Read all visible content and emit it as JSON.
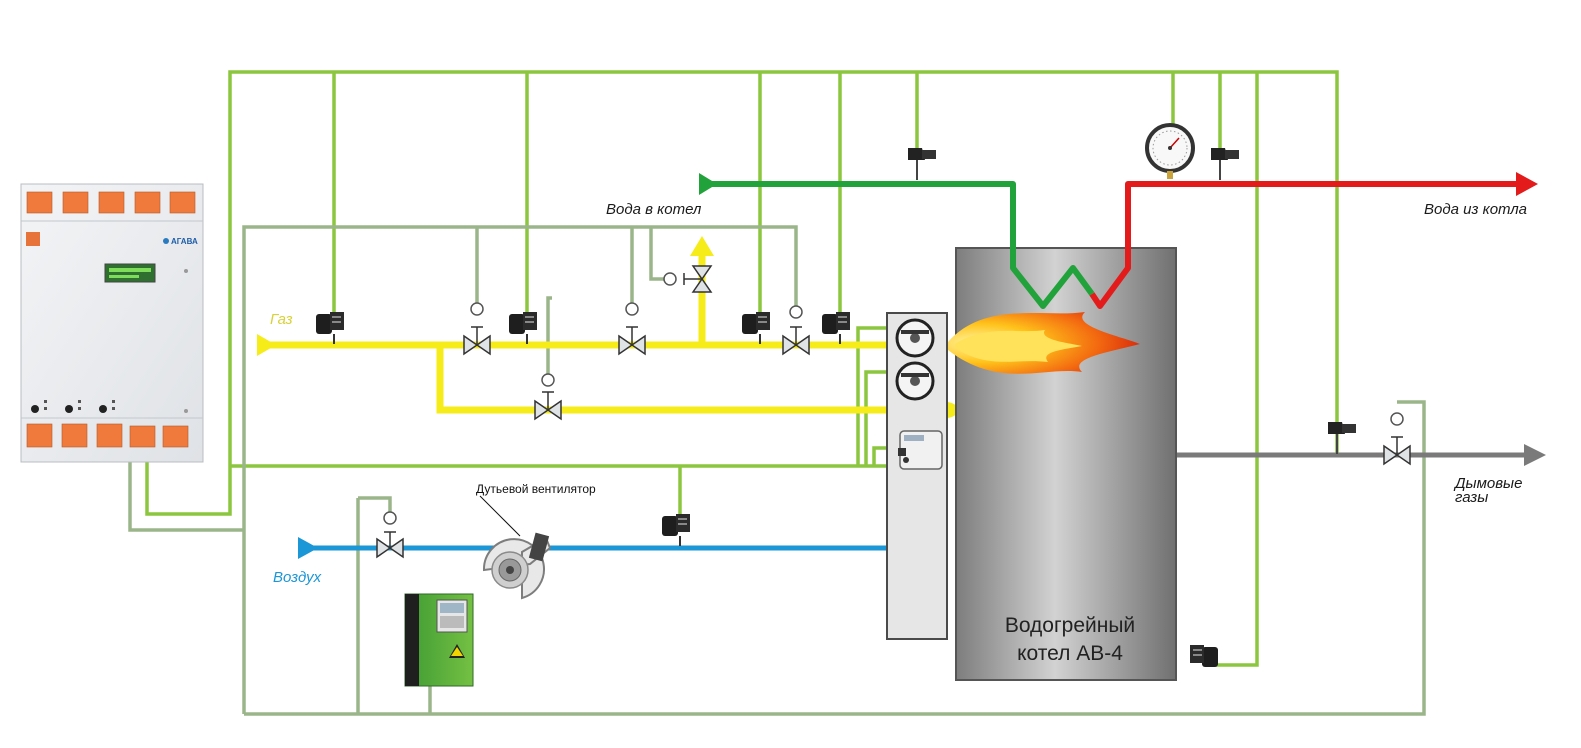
{
  "labels": {
    "gas": "Газ",
    "water_in": "Вода в котел",
    "water_out": "Вода из котла",
    "air": "Воздух",
    "flue_line1": "Дымовые",
    "flue_line2": "газы",
    "fan": "Дутьевой вентилятор",
    "boiler_line1": "Водогрейный",
    "boiler_line2": "котел АВ-4",
    "cabinet_brand": "АГАВА"
  },
  "colors": {
    "gas": "#f5ec1a",
    "water_in": "#22a23a",
    "water_out": "#e31b1b",
    "air": "#1b96d6",
    "flue": "#7a7a7a",
    "signal_bright": "#8cc63f",
    "signal_muted": "#9bb58a",
    "cabinet_indicator": "#f07a3c"
  },
  "icons": {
    "sensor": "pressure-sensor-icon",
    "valve": "solenoid-valve-icon",
    "manometer": "manometer-icon",
    "fan": "blower-fan-icon",
    "drive": "frequency-drive-icon",
    "flame": "flame-icon"
  }
}
